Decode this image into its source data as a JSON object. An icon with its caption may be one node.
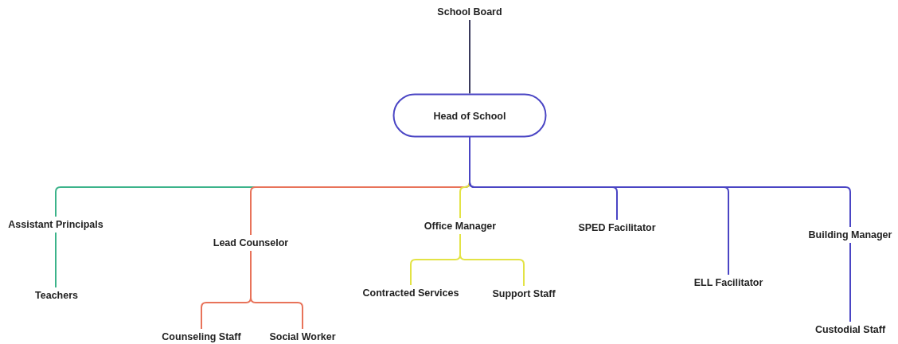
{
  "diagram": {
    "nodes": [
      {
        "text": [
          "School Board"
        ]
      },
      {
        "text": [
          "Head of School"
        ]
      },
      {
        "text": [
          "Assistant Principals"
        ]
      },
      {
        "text": [
          "Lead Counselor"
        ]
      },
      {
        "text": [
          "Office Manager"
        ]
      },
      {
        "text": [
          "SPED Facilitator"
        ]
      },
      {
        "text": [
          "ELL Facilitator"
        ]
      },
      {
        "text": [
          "Building Manager"
        ]
      },
      {
        "text": [
          "Teachers"
        ]
      },
      {
        "text": [
          "Counseling Staff"
        ]
      },
      {
        "text": [
          "Social Worker"
        ]
      },
      {
        "text": [
          "Contracted Services"
        ]
      },
      {
        "text": [
          "Support Staff"
        ]
      },
      {
        "text": [
          "Custodial Staff"
        ]
      }
    ],
    "edges": [
      {
        "from": 0,
        "to": 1,
        "arrow": "none",
        "color": "#3a3a5c"
      },
      {
        "from": 1,
        "to": 2,
        "arrow": "none",
        "color": "#3cb38a"
      },
      {
        "from": 1,
        "to": 3,
        "arrow": "none",
        "color": "#e8735a"
      },
      {
        "from": 1,
        "to": 4,
        "arrow": "none",
        "color": "#e3e345"
      },
      {
        "from": 1,
        "to": 5,
        "arrow": "none"
      },
      {
        "from": 1,
        "to": 6,
        "arrow": "none"
      },
      {
        "from": 1,
        "to": 7,
        "arrow": "none"
      },
      {
        "from": 2,
        "to": 8,
        "arrow": "none",
        "color": "#3cb38a"
      },
      {
        "from": 3,
        "to": 9,
        "arrow": "none",
        "color": "#e8735a"
      },
      {
        "from": 3,
        "to": 10,
        "arrow": "none",
        "color": "#e8735a"
      },
      {
        "from": 4,
        "to": 11,
        "arrow": "none",
        "color": "#e3e345"
      },
      {
        "from": 4,
        "to": 12,
        "arrow": "none",
        "color": "#e3e345"
      },
      {
        "from": 7,
        "to": 13,
        "arrow": "none"
      }
    ]
  }
}
